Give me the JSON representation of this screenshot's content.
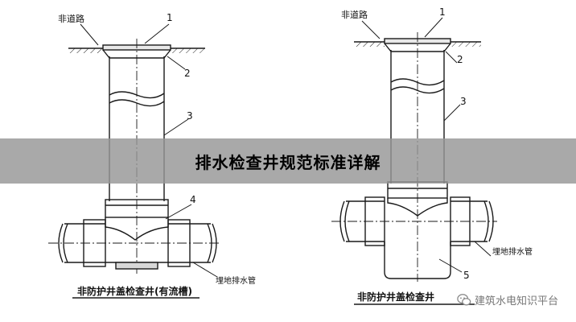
{
  "banner": {
    "title": "排水检查井规范标准详解"
  },
  "left_figure": {
    "road_label": "非道路",
    "callouts": [
      "1",
      "2",
      "3",
      "4"
    ],
    "pipe_label": "埋地排水管",
    "caption": "非防护井盖检查井(有流槽)"
  },
  "right_figure": {
    "road_label": "非道路",
    "callouts": [
      "1",
      "2",
      "3",
      "5"
    ],
    "pipe_label": "埋地排水管",
    "caption": "非防护井盖检查井"
  },
  "watermark": {
    "text": "建筑水电知识平台",
    "icon": "wechat-icon"
  },
  "colors": {
    "line": "#1a1a1a",
    "banner": "#969696",
    "watermark": "#777777"
  }
}
